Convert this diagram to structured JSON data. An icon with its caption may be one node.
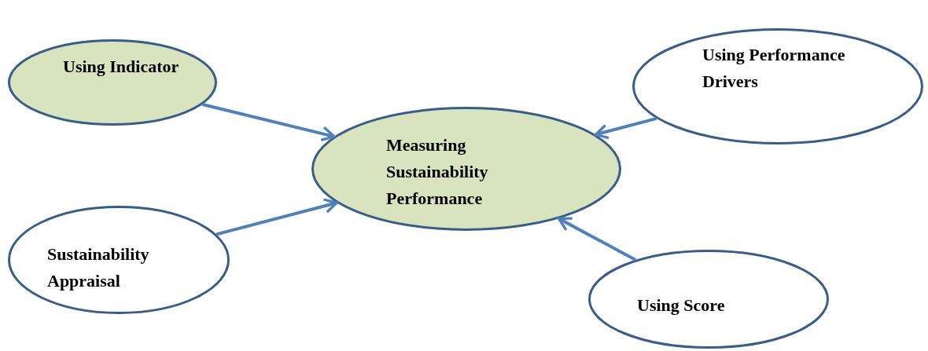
{
  "diagram": {
    "nodes": [
      {
        "text": [
          "Measuring Sustainability Performance"
        ]
      },
      {
        "text": [
          "Using Indicator"
        ]
      },
      {
        "text": [
          "Using Performance Drivers"
        ]
      },
      {
        "text": [
          "Sustainability Appraisal"
        ]
      },
      {
        "text": [
          "Using Score"
        ]
      }
    ],
    "edges": [
      {
        "from": 1,
        "to": 0,
        "arrow": "to"
      },
      {
        "from": 2,
        "to": 0,
        "arrow": "to"
      },
      {
        "from": 3,
        "to": 0,
        "arrow": "to"
      },
      {
        "from": 4,
        "to": 0,
        "arrow": "to"
      }
    ]
  }
}
